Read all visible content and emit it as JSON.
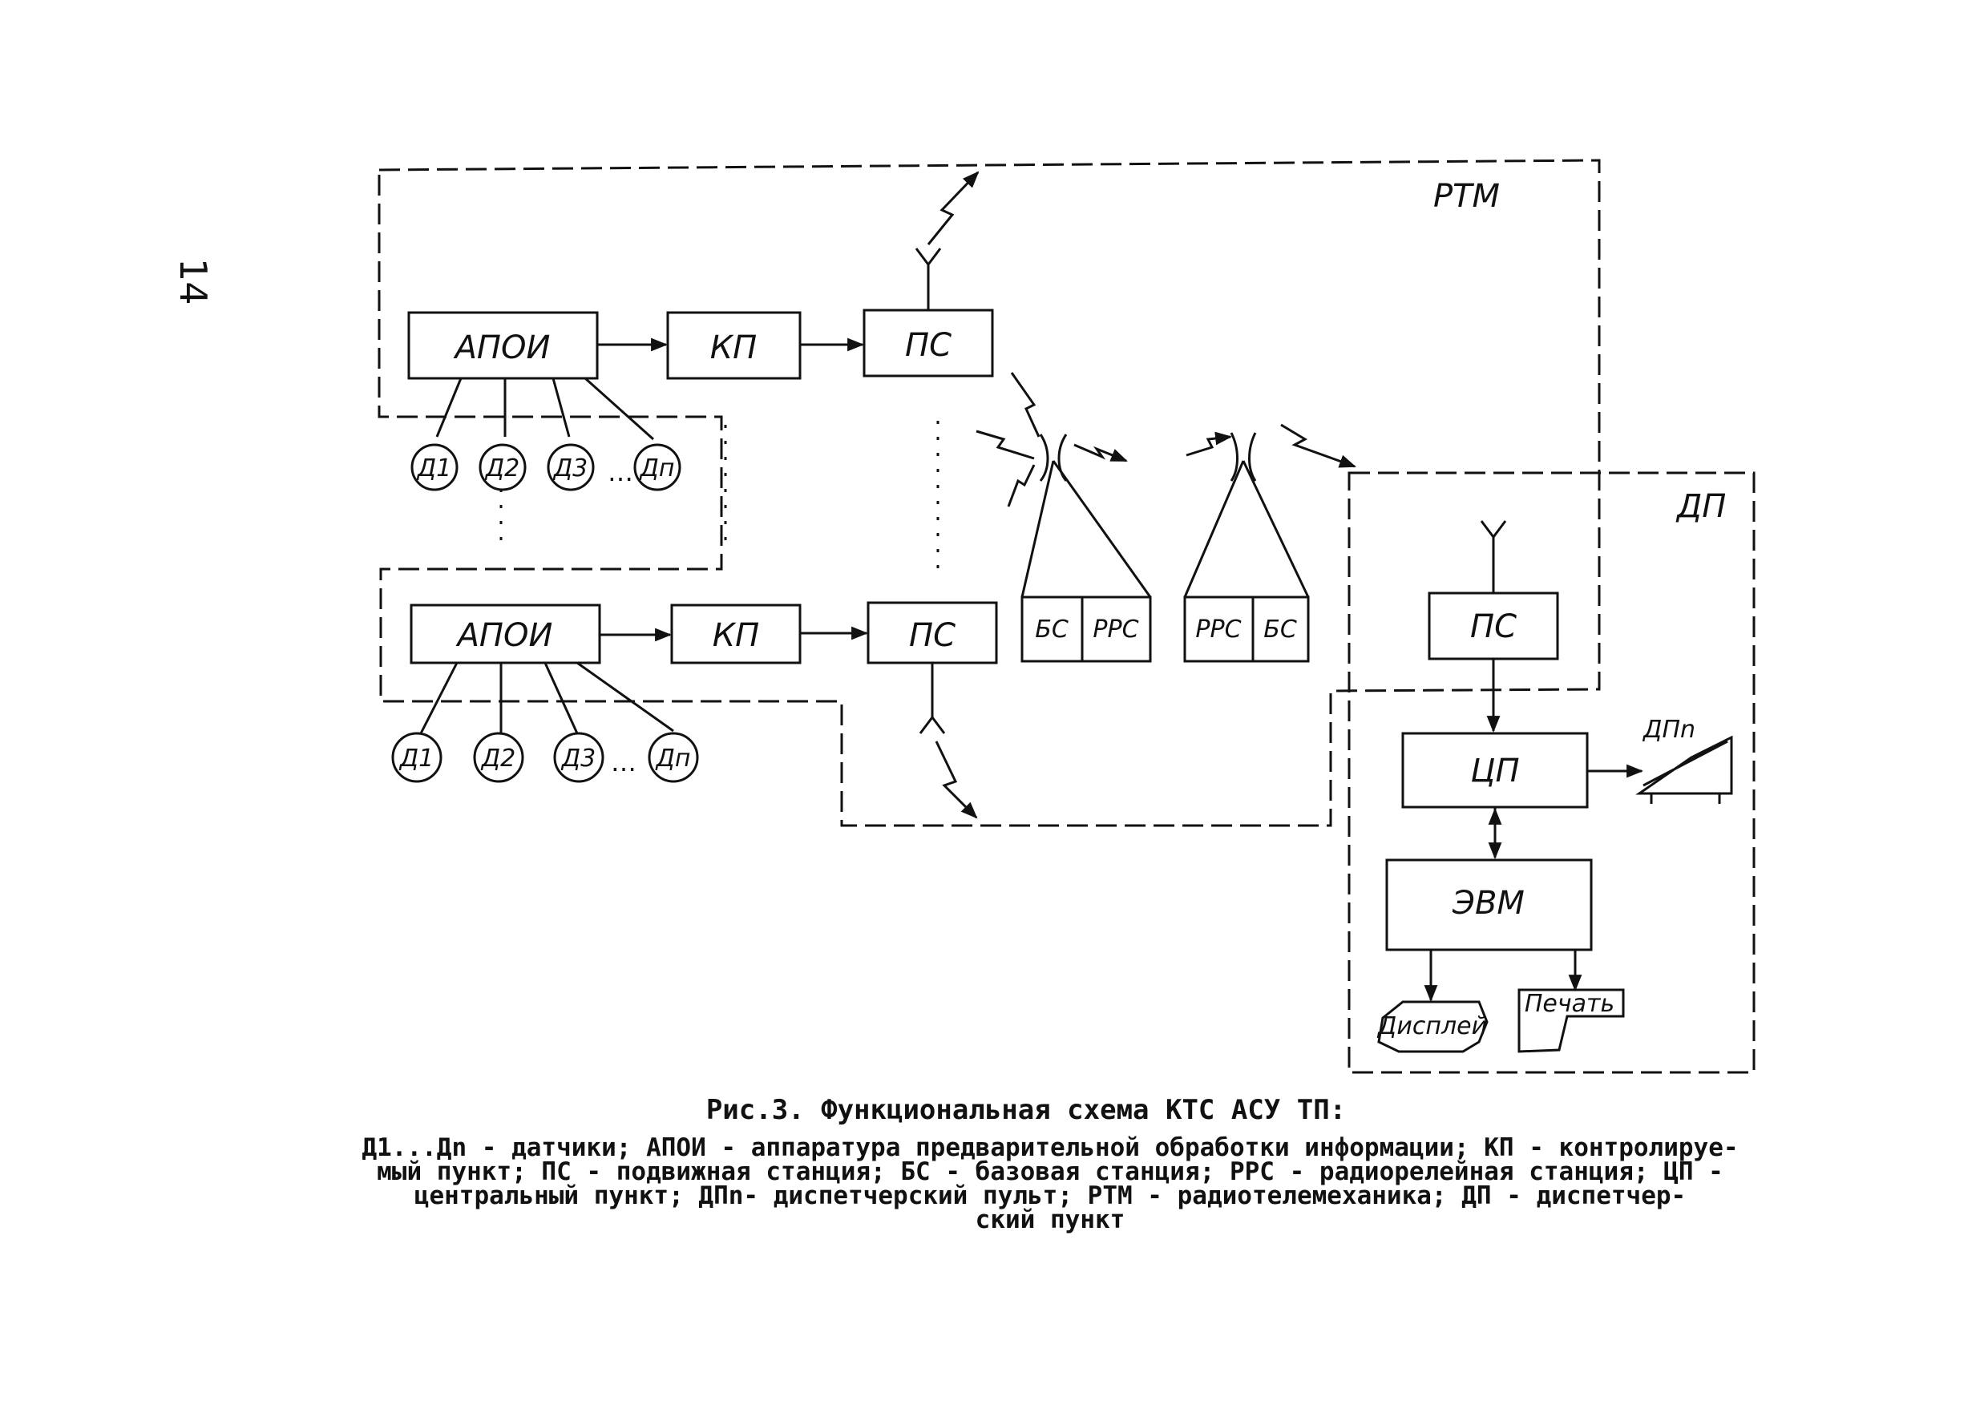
{
  "page_number": "14",
  "regions": {
    "rtm": "РТМ",
    "dp": "ДП"
  },
  "blocks": {
    "apoi_1": "АПОИ",
    "kp_1": "КП",
    "ps_1": "ПС",
    "apoi_2": "АПОИ",
    "kp_2": "КП",
    "ps_2": "ПС",
    "bs_1": "БС",
    "rrs_1": "РРС",
    "rrs_2": "РРС",
    "bs_2": "БС",
    "ps_dp": "ПС",
    "cp": "ЦП",
    "evm": "ЭВМ",
    "dpn": "ДПn",
    "display": "Дисплей",
    "print": "Печать"
  },
  "sensors_top": [
    "Д1",
    "Д2",
    "Д3",
    "Дп"
  ],
  "sensors_bottom": [
    "Д1",
    "Д2",
    "Д3",
    "Дп"
  ],
  "caption": {
    "title": "Рис.3. Функциональная схема КТС АСУ ТП:",
    "legend": [
      "Д1...Дn - датчики; АПОИ - аппаратура предварительной обработки информации; КП - контролируе-",
      "мый пункт; ПС - подвижная станция; БС - базовая станция; РРС - радиорелейная станция; ЦП -",
      "центральный пункт; ДПn- диспетчерский пульт; РТМ - радиотелемеханика; ДП - диспетчер-",
      "ский пункт"
    ]
  }
}
